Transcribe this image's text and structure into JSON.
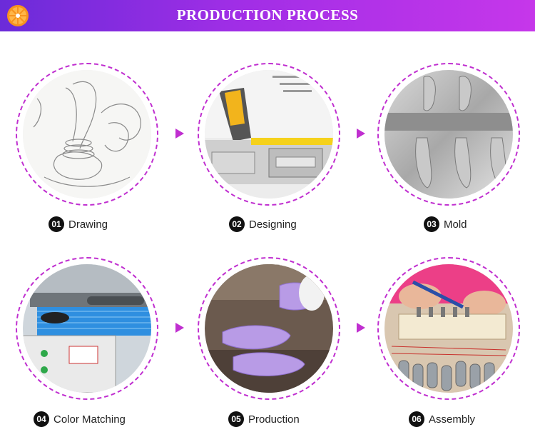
{
  "header": {
    "title": "PRODUCTION PROCESS",
    "accent": "#c02fd0",
    "logo": "orange-slice-logo"
  },
  "steps": [
    {
      "num": "01",
      "label": "Drawing",
      "image": "sketch-drawing"
    },
    {
      "num": "02",
      "label": "Designing",
      "image": "cad-design"
    },
    {
      "num": "03",
      "label": "Mold",
      "image": "metal-mold"
    },
    {
      "num": "04",
      "label": "Color Matching",
      "image": "color-matching-machine"
    },
    {
      "num": "05",
      "label": "Production",
      "image": "purple-silicone-products"
    },
    {
      "num": "06",
      "label": "Assembly",
      "image": "hand-assembly"
    }
  ]
}
